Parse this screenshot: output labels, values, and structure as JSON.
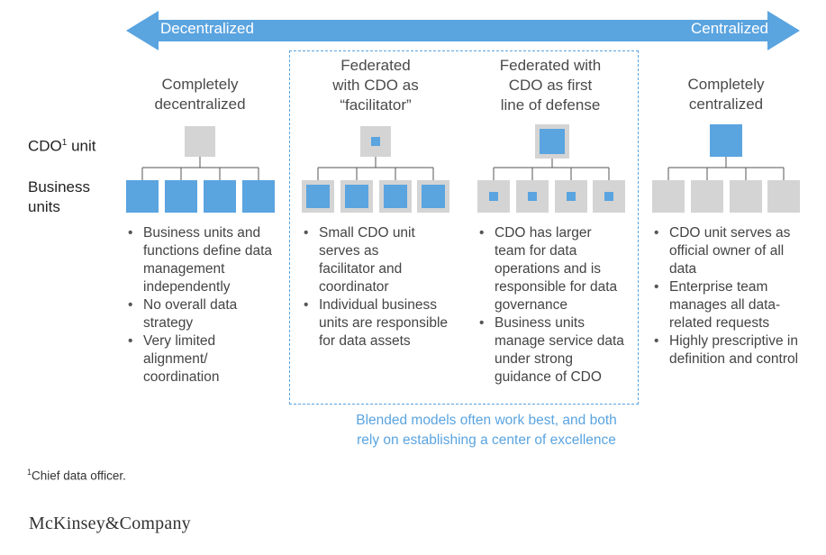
{
  "spectrum": {
    "left_label": "Decentralized",
    "right_label": "Centralized"
  },
  "row_labels": {
    "cdo_unit_text": "CDO",
    "cdo_unit_sup": "1",
    "cdo_unit_suffix": " unit",
    "business_units_line1": "Business",
    "business_units_line2": "units"
  },
  "columns": [
    {
      "title": [
        "Completely",
        "decentralized"
      ],
      "bullets": [
        "Business units and functions define data management independently",
        "No overall data strategy",
        "Very limited alignment/ coordination"
      ]
    },
    {
      "title": [
        "Federated",
        "with CDO as",
        "“facilitator”"
      ],
      "bullets": [
        "Small CDO unit serves as facilitator and coordinator",
        "Individual business units are responsible for data assets"
      ]
    },
    {
      "title": [
        "Federated with",
        "CDO as first",
        "line of defense"
      ],
      "bullets": [
        "CDO has larger team for data operations and is responsible for data governance",
        "Business units manage service data under strong guidance of CDO"
      ]
    },
    {
      "title": [
        "Completely",
        "centralized"
      ],
      "bullets": [
        "CDO unit serves as official owner of all data",
        "Enterprise team manages all data-related requests",
        "Highly prescriptive in definition and control"
      ]
    }
  ],
  "blended_note": {
    "line1": "Blended models often work best, and both",
    "line2": "rely on establishing a center of excellence"
  },
  "footnote": {
    "marker": "1",
    "text": "Chief data officer."
  },
  "brand": {
    "logo_text": "McKinsey&Company"
  },
  "colors": {
    "blue": "#5aa4e0",
    "gray": "#d4d4d4",
    "dashed_border": "#5aa4e0"
  }
}
